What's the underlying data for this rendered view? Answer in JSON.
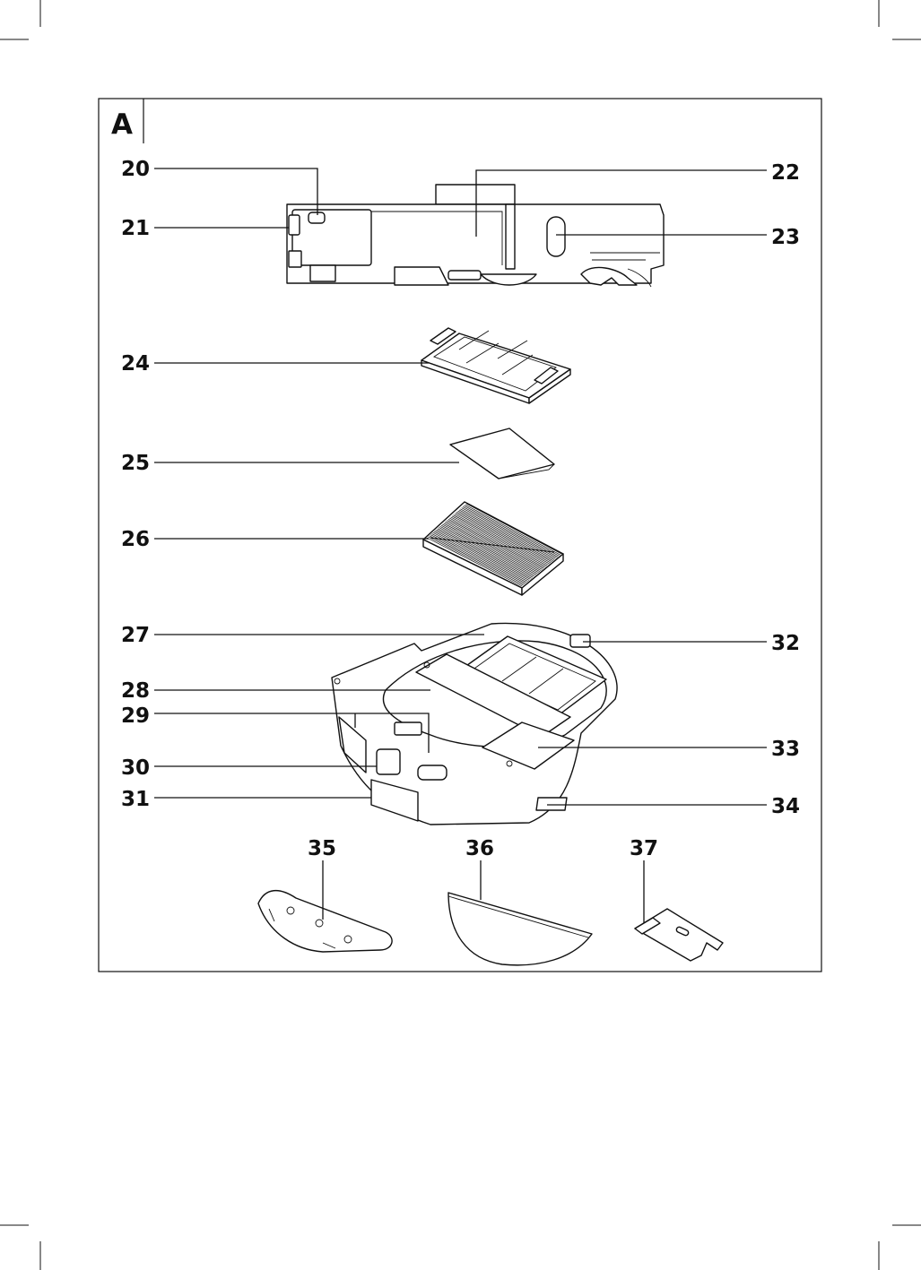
{
  "figure": {
    "section_label": "A",
    "callouts": [
      "20",
      "21",
      "22",
      "23",
      "24",
      "25",
      "26",
      "27",
      "28",
      "29",
      "30",
      "31",
      "32",
      "33",
      "34",
      "35",
      "36",
      "37"
    ]
  },
  "colors": {
    "ink": "#111111",
    "paper": "#ffffff",
    "shade": "#e6e6e6"
  }
}
